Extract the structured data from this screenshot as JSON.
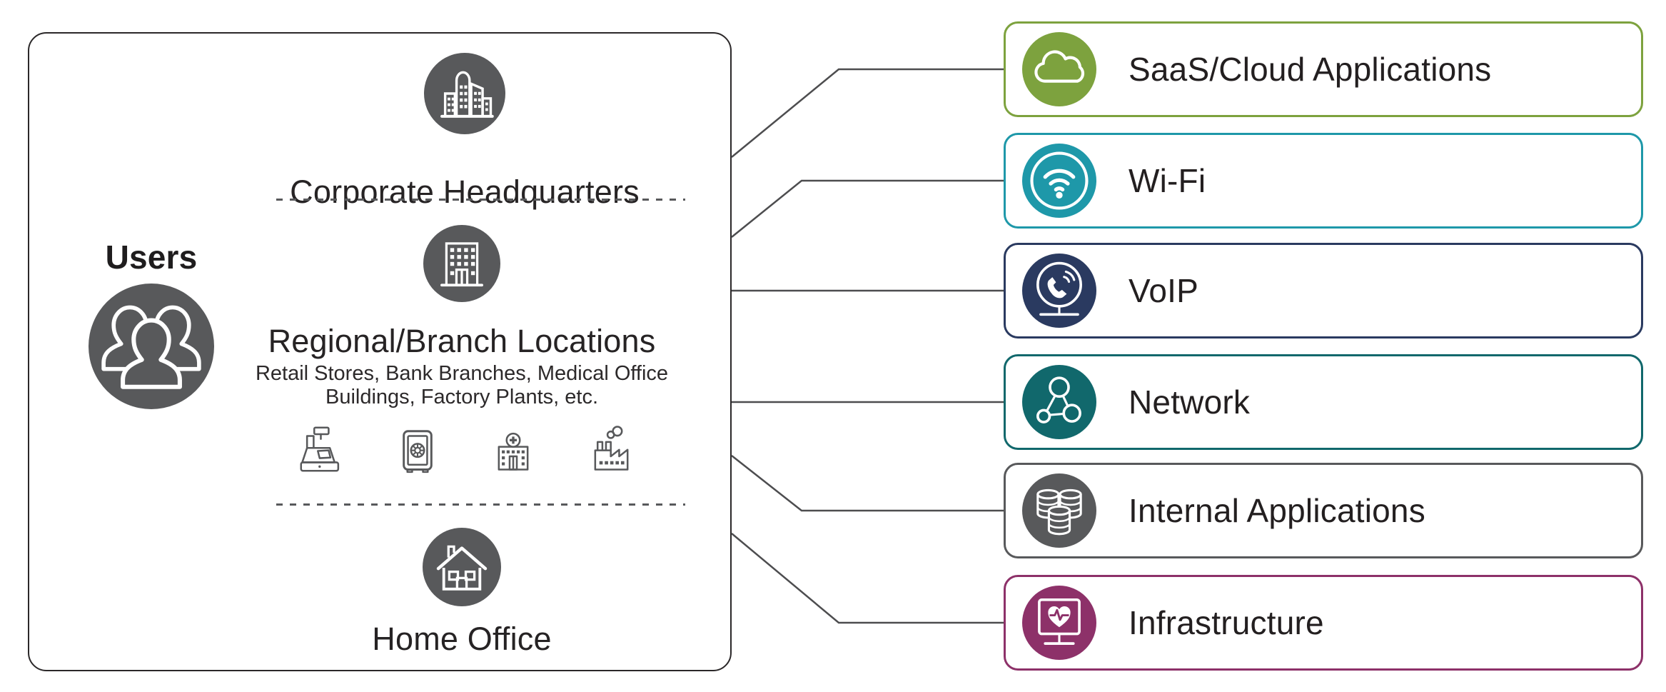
{
  "left_panel": {
    "users_label": "Users",
    "users_icon": "people-group-icon",
    "sections": [
      {
        "label": "Corporate Headquarters",
        "icon": "city-buildings-icon"
      },
      {
        "label": "Regional/Branch Locations",
        "icon": "office-building-icon",
        "subtitle_line1": "Retail Stores, Bank Branches, Medical Office",
        "subtitle_line2": "Buildings, Factory Plants, etc.",
        "sub_icons": [
          "cash-register-icon",
          "bank-safe-icon",
          "medical-building-icon",
          "factory-icon"
        ]
      },
      {
        "label": "Home Office",
        "icon": "house-icon"
      }
    ]
  },
  "services": [
    {
      "label": "SaaS/Cloud Applications",
      "icon": "cloud-icon",
      "color": "#7da23e"
    },
    {
      "label": "Wi-Fi",
      "icon": "wifi-icon",
      "color": "#1e98a9"
    },
    {
      "label": "VoIP",
      "icon": "voip-phone-icon",
      "color": "#2a3a60"
    },
    {
      "label": "Network",
      "icon": "network-nodes-icon",
      "color": "#11686c"
    },
    {
      "label": "Internal Applications",
      "icon": "database-stack-icon",
      "color": "#58595b"
    },
    {
      "label": "Infrastructure",
      "icon": "monitor-heartbeat-icon",
      "color": "#8d3169"
    }
  ],
  "colors": {
    "circle_gray": "#58595b",
    "panel_border": "#2b2829",
    "connector_line": "#4d4d4f",
    "text": "#231f20"
  }
}
